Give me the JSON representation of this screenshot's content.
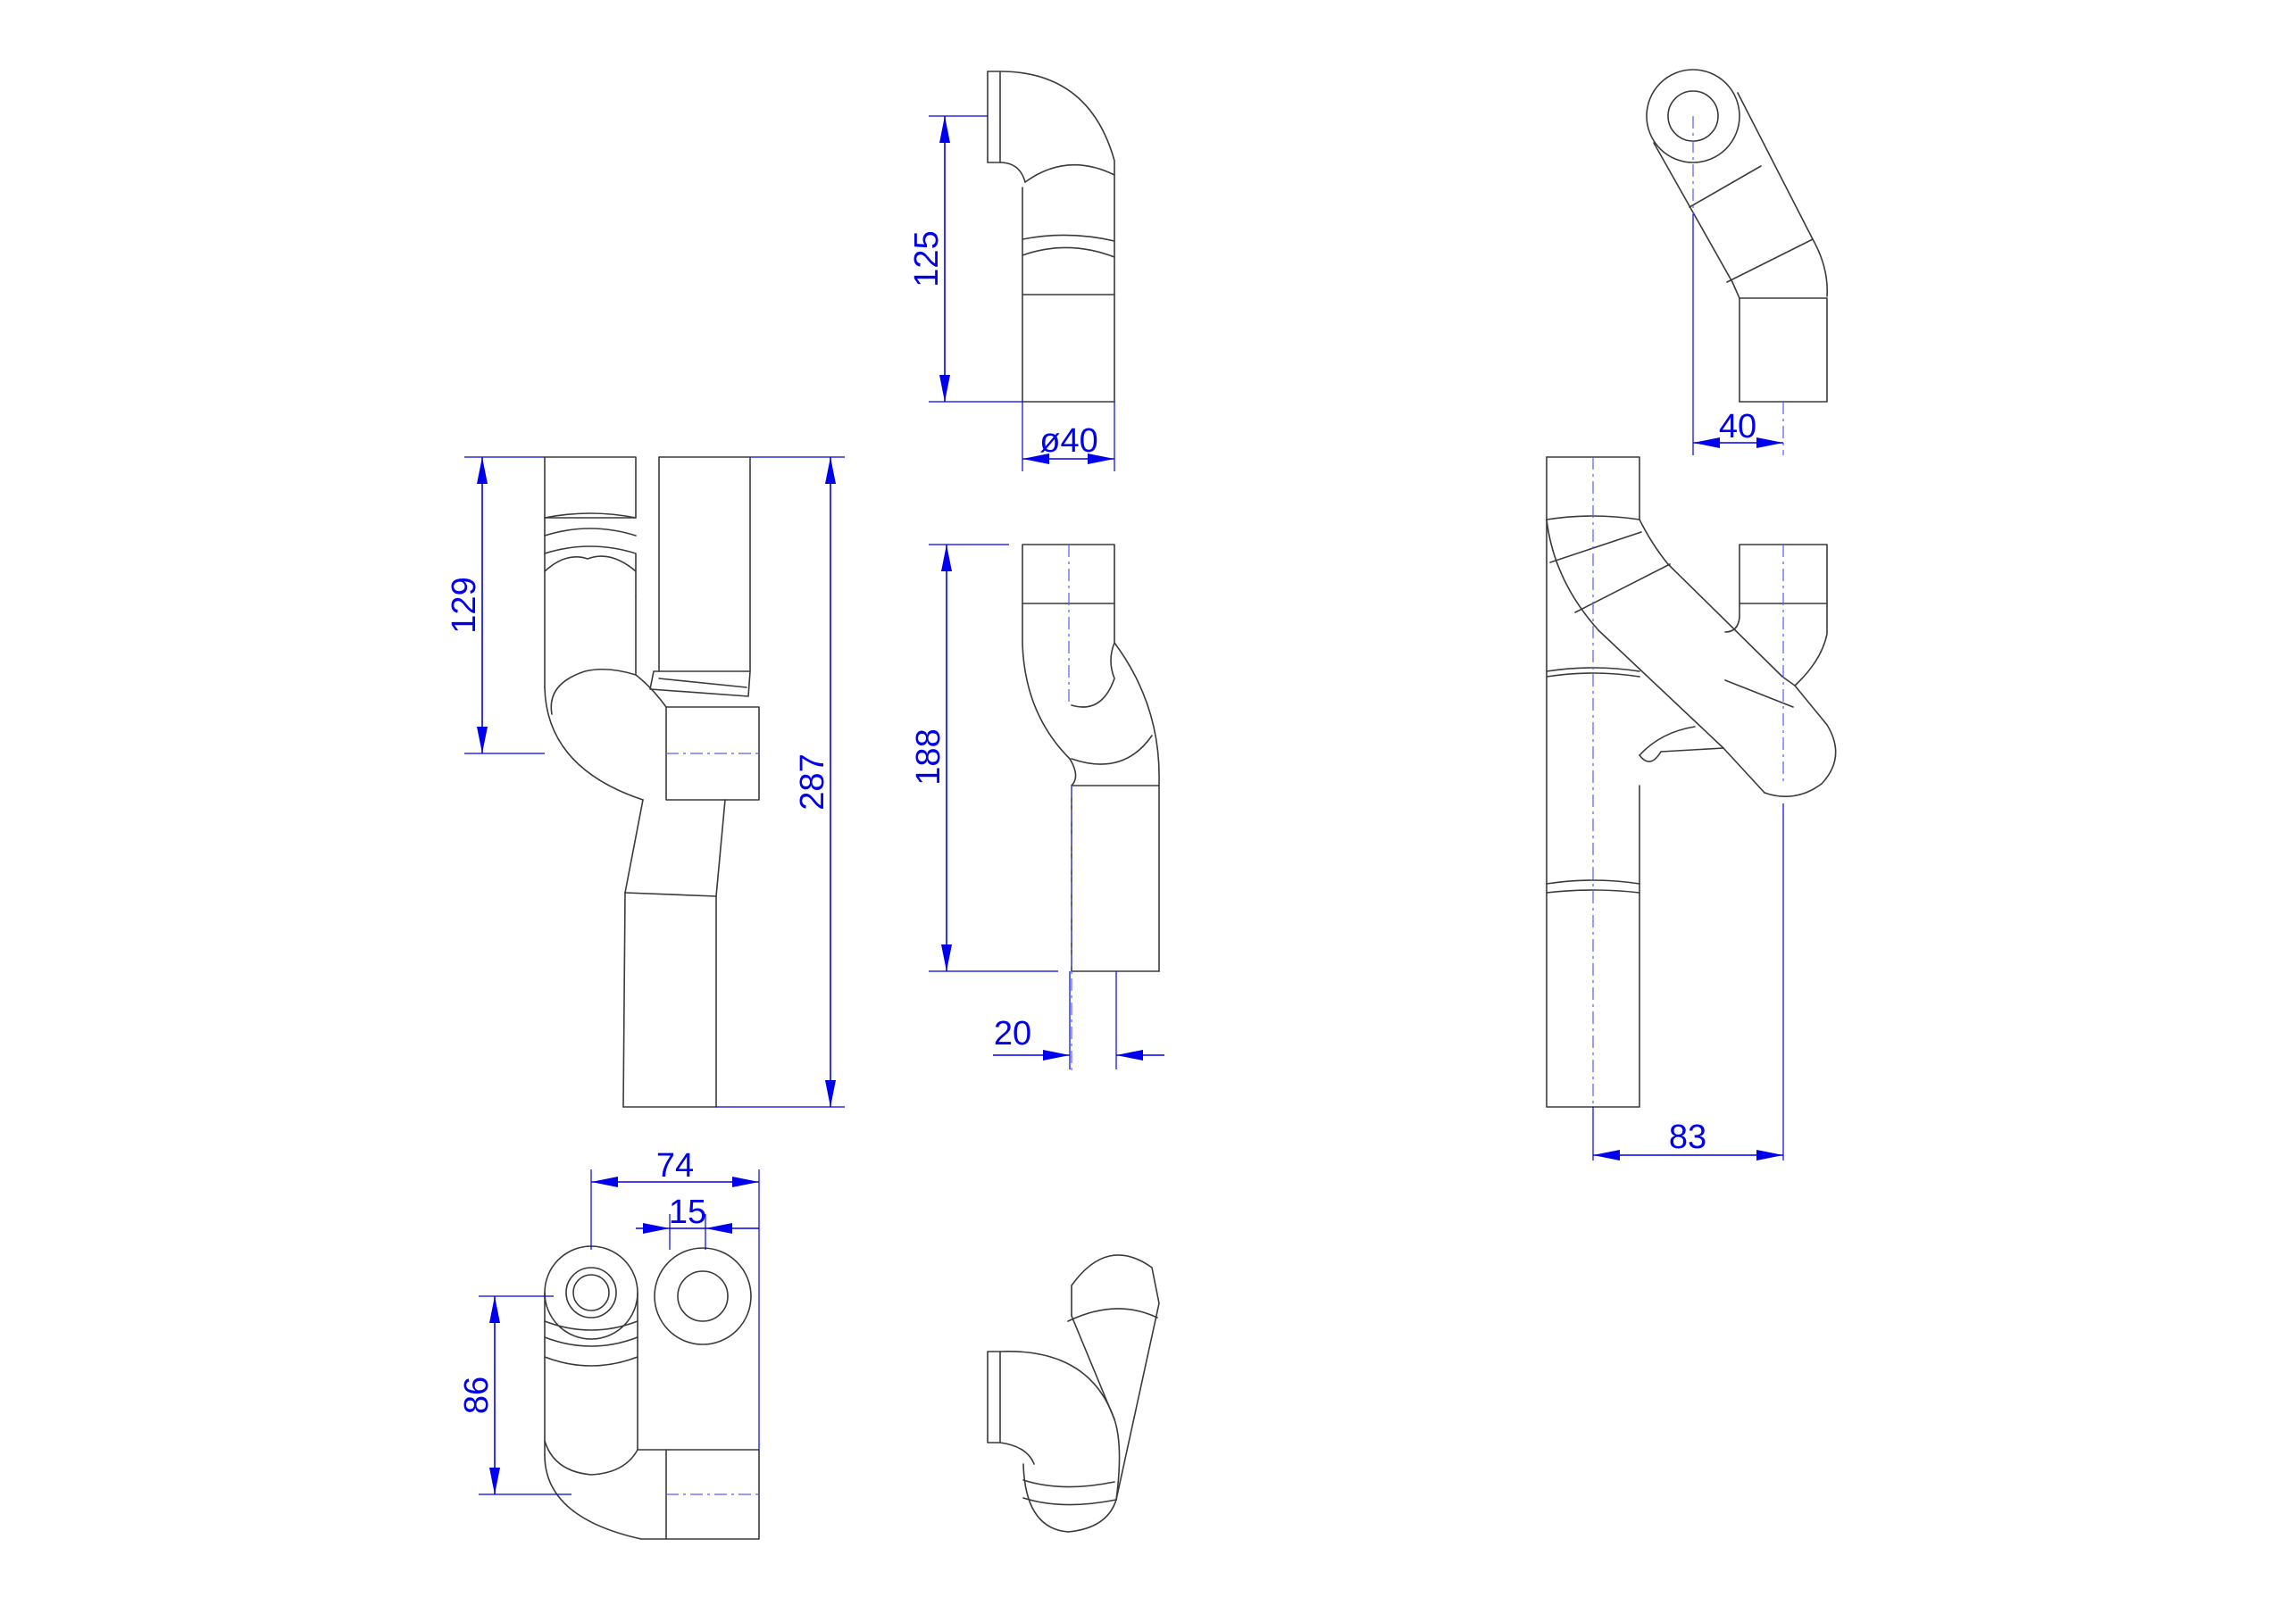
{
  "colors": {
    "background": "#ffffff",
    "outline": "#3a3a3a",
    "dimension": "#0000ee"
  },
  "dimensions": {
    "front_top_height": "125",
    "front_top_diameter": "ø40",
    "iso_top_width": "40",
    "left_upper_height": "129",
    "left_total_height": "287",
    "middle_height": "188",
    "middle_offset": "20",
    "right_offset": "83",
    "bottom_width": "74",
    "bottom_spacing": "15",
    "bottom_height": "86"
  }
}
